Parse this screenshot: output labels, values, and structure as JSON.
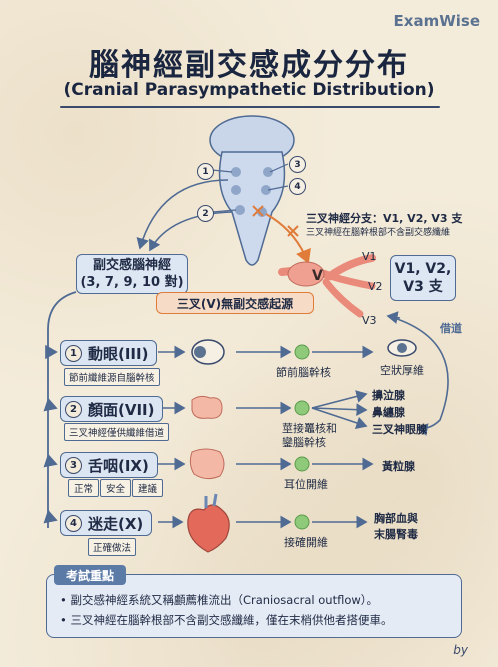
{
  "brand": "ExamWise",
  "title": "腦神經副交感成分分布",
  "subtitle": "(Cranial Parasympathetic Distribution)",
  "brainstem_numbers": [
    "1",
    "2",
    "3",
    "4"
  ],
  "trigeminal_note": {
    "line1": "三叉神經分支：V1, V2, V3 支",
    "line2": "三叉神經在腦幹根部不含副交感纖維"
  },
  "main_box": {
    "line1": "副交感腦神經",
    "line2": "(3, 7, 9, 10 對)"
  },
  "trigeminal": {
    "no_source": "三叉(V)無副交感起源",
    "v_label": "V",
    "v1": "V1",
    "v2": "V2",
    "v3": "V3",
    "branches_box_line1": "V1, V2,",
    "branches_box_line2": "V3 支",
    "borrow": "借道"
  },
  "nerves": [
    {
      "num": "1",
      "name": "動眼(III)",
      "note": "節前纖維源自腦幹核",
      "ganglion": "節前腦幹核",
      "target": "空狀厚維"
    },
    {
      "num": "2",
      "name": "顏面(VII)",
      "note": "三叉神經僅供纖維借道",
      "ganglion_line1": "莖接鼉核和",
      "ganglion_line2": "鑾腦幹核",
      "targets": [
        "擤泣腺",
        "鼻纏腺",
        "三叉神眼腺"
      ]
    },
    {
      "num": "3",
      "name": "舌咽(IX)",
      "chips": [
        "正常",
        "安全",
        "建議"
      ],
      "ganglion": "耳位開維",
      "target": "黃粒腺"
    },
    {
      "num": "4",
      "name": "迷走(X)",
      "note": "正確做法",
      "ganglion": "接確開維",
      "target_line1": "胸部血與",
      "target_line2": "末腸腎毒"
    }
  ],
  "key_points": {
    "tag": "考試重點",
    "items": [
      "副交感神經系統又稱顱薦椎流出（Craniosacral outflow）。",
      "三叉神經在腦幹根部不含副交感纖維，僅在末梢供他者搭便車。"
    ]
  },
  "signature": "by",
  "colors": {
    "accent_blue": "#4f6a93",
    "box_fill": "#dde6f3",
    "orange": "#e07b39",
    "green_node": "#8fc97a",
    "nerve_pink": "#e98a7a"
  }
}
